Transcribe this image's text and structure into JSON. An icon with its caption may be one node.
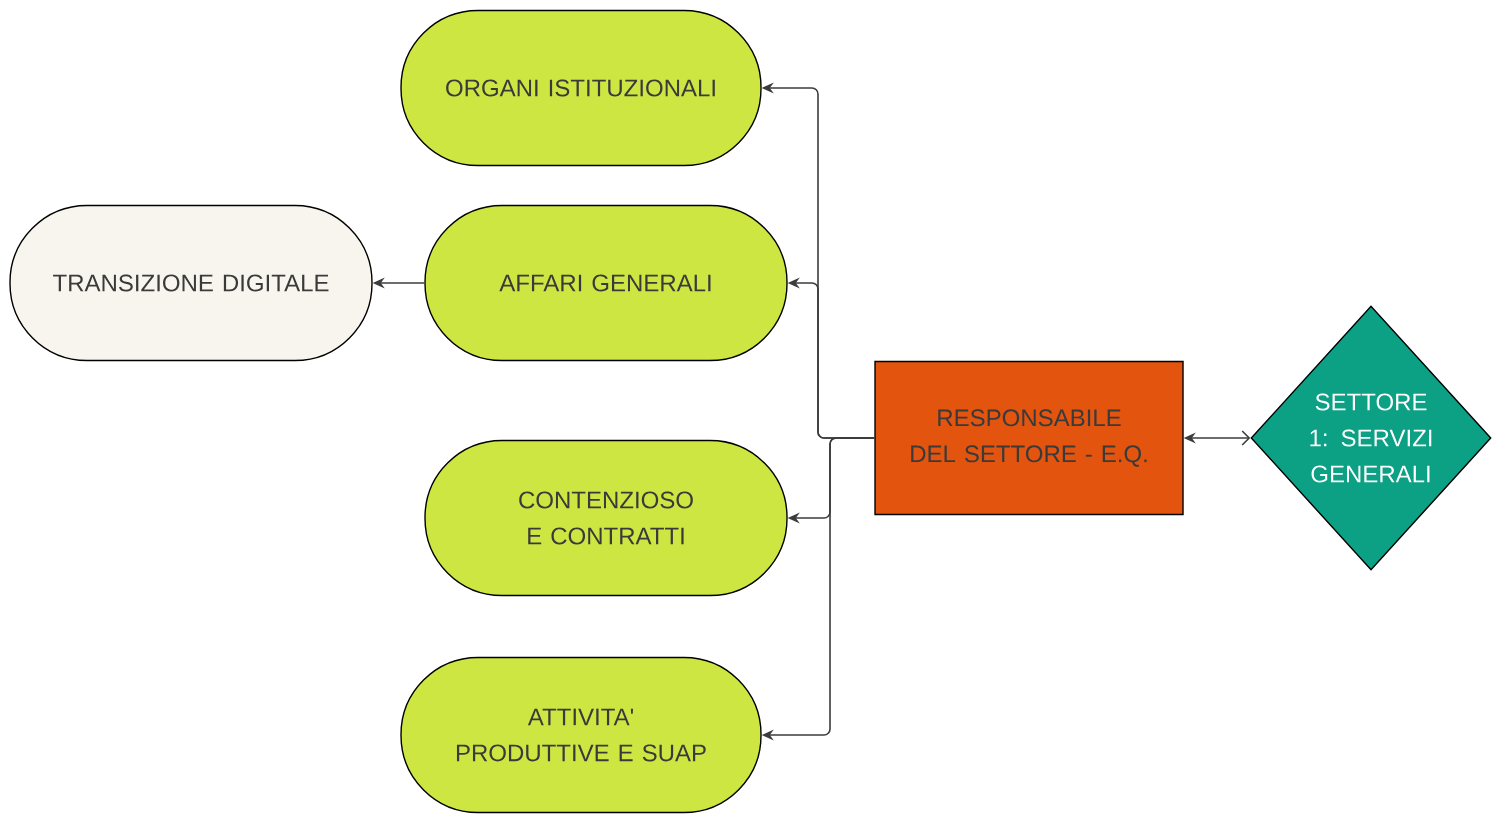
{
  "diagram": {
    "nodes": [
      {
        "text": [
          "ORGANI ISTITUZIONALI"
        ]
      },
      {
        "text": [
          "TRANSIZIONE DIGITALE"
        ]
      },
      {
        "text": [
          "AFFARI GENERALI"
        ]
      },
      {
        "text": [
          "CONTENZIOSO E CONTRATTI"
        ]
      },
      {
        "text": [
          "ATTIVITA' PRODUTTIVE E SUAP"
        ]
      },
      {
        "text": [
          "RESPONSABILE DEL SETTORE - E.Q."
        ]
      },
      {
        "text": [
          "SETTORE 1: SERVIZI GENERALI"
        ]
      }
    ],
    "edges": [
      {
        "from": 5,
        "to": 0,
        "arrow": "to"
      },
      {
        "from": 5,
        "to": 2,
        "arrow": "to"
      },
      {
        "from": 5,
        "to": 3,
        "arrow": "to"
      },
      {
        "from": 5,
        "to": 4,
        "arrow": "to"
      },
      {
        "from": 2,
        "to": 1,
        "arrow": "to"
      },
      {
        "from": 5,
        "to": 6,
        "arrow": "both"
      }
    ]
  }
}
